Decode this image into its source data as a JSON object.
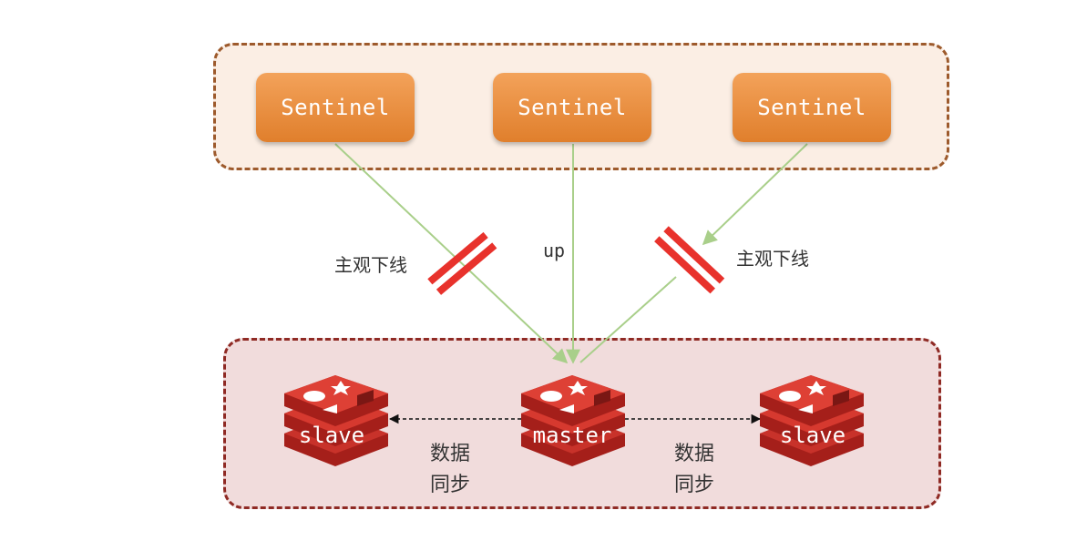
{
  "sentinels": [
    {
      "label": "Sentinel"
    },
    {
      "label": "Sentinel"
    },
    {
      "label": "Sentinel"
    }
  ],
  "links": {
    "left_label": "主观下线",
    "center_label": "up",
    "right_label": "主观下线"
  },
  "nodes": {
    "left": "slave",
    "center": "master",
    "right": "slave"
  },
  "sync": {
    "left_line1": "数据",
    "left_line2": "同步",
    "right_line1": "数据",
    "right_line2": "同步"
  },
  "colors": {
    "sentinel_fill": "#e8893a",
    "sentinel_group_bg": "#fbeee4",
    "redis_group_bg": "#f1dcdc",
    "redis_red": "#c8322a",
    "link_green": "#a9cf8a",
    "cut_red": "#e8322c"
  }
}
